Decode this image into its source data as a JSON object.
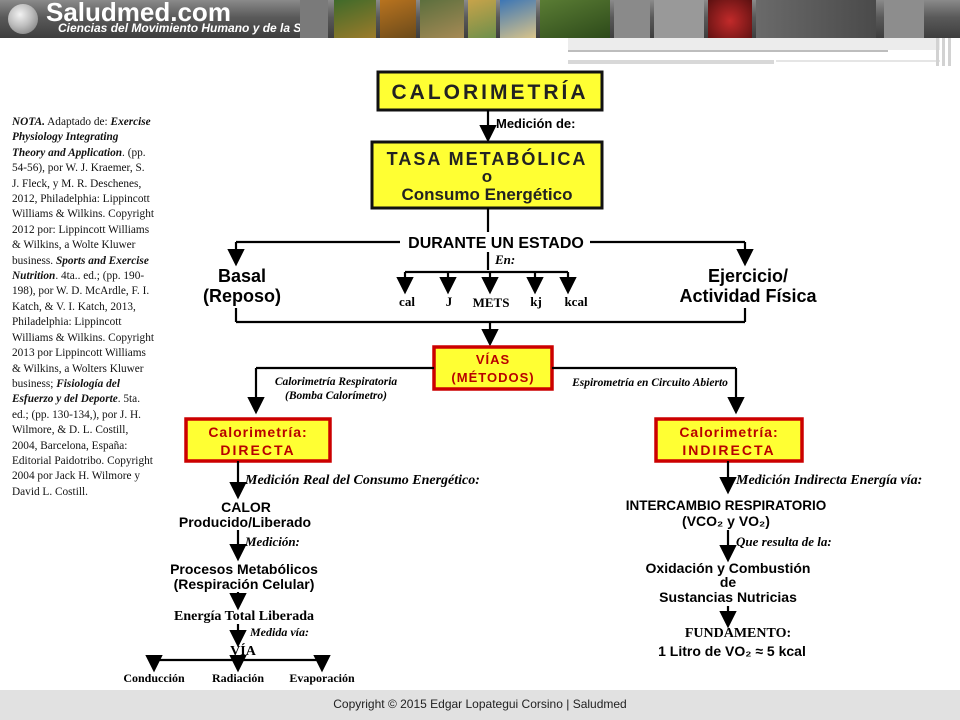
{
  "header": {
    "site_name": "Saludmed.com",
    "tagline": "Ciencias del Movimiento Humano y de la Salud"
  },
  "note": {
    "lead": "NOTA.",
    "text_1": " Adaptado de: ",
    "book_1": "Exercise Physiology Integrating Theory and Application",
    "text_2": ". (pp. 54-56), por W. J. Kraemer, S. J. Fleck, y M. R. Deschenes, 2012, Philadelphia: Lippincott Williams & Wilkins. Copyright 2012 por: Lippincott Williams & Wilkins, a Wolte Kluwer business. ",
    "book_2": "Sports and Exercise Nutrition",
    "text_3": ". 4ta.. ed.; (pp. 190-198), por W. D. McArdle, F. I. Katch, & V. I. Katch, 2013, Philadelphia: Lippincott Williams & Wilkins. Copyright 2013 por Lippincott Williams & Wilkins, a Wolters Kluwer business; ",
    "book_3": "Fisiología del Esfuerzo y del Deporte",
    "text_4": ". 5ta. ed.; (pp. 130-134,), por J. H. Wilmore, & D. L. Costill, 2004, Barcelona, España: Editorial Paidotribo. Copyright 2004 por Jack H. Wilmore y David L. Costill."
  },
  "diagram": {
    "title": "CALORIMETRÍA",
    "medicion_de": "Medición de:",
    "tasa_line1": "TASA METABÓLICA",
    "tasa_line2": "o",
    "tasa_line3": "Consumo Energético",
    "durante": "DURANTE UN ESTADO",
    "en": "En:",
    "basal_1": "Basal",
    "basal_2": "(Reposo)",
    "ejercicio_1": "Ejercicio/",
    "ejercicio_2": "Actividad Física",
    "units": [
      "cal",
      "J",
      "METS",
      "kj",
      "kcal"
    ],
    "vias_1": "VÍAS",
    "vias_2": "(MÉTODOS)",
    "resp_1": "Calorimetría Respiratoria",
    "resp_2": "(Bomba Calorímetro)",
    "espiro": "Espirometría en Circuito Abierto",
    "directa_1": "Calorimetría:",
    "directa_2": "DIRECTA",
    "indirecta_1": "Calorimetría:",
    "indirecta_2": "INDIRECTA",
    "med_real": "Medición Real del Consumo Energético:",
    "med_indirecta": "Medición Indirecta Energía vía:",
    "calor_1": "CALOR",
    "calor_2": "Producido/Liberado",
    "medicion": "Medición:",
    "procesos_1": "Procesos Metabólicos",
    "procesos_2": "(Respiración Celular)",
    "energia": "Energía Total Liberada",
    "medida_via": "Medida vía:",
    "via": "VÍA",
    "conduccion": "Conducción",
    "radiacion": "Radiación",
    "evaporacion": "Evaporación",
    "intercambio_1": "INTERCAMBIO RESPIRATORIO",
    "intercambio_2": "(VCO₂ y VO₂)",
    "que_resulta": "Que resulta de la:",
    "oxidacion_1": "Oxidación y Combustión",
    "oxidacion_2": "de",
    "oxidacion_3": "Sustancias Nutricias",
    "fundamento": "FUNDAMENTO:",
    "litro": "1 Litro de VO₂ ≈ 5 kcal"
  },
  "footer": {
    "copyright": "Copyright © 2015 Edgar Lopategui Corsino | Saludmed"
  },
  "colors": {
    "box_fill": "#ffff33",
    "box_border_red": "#cc0000",
    "text_red": "#b80000"
  }
}
